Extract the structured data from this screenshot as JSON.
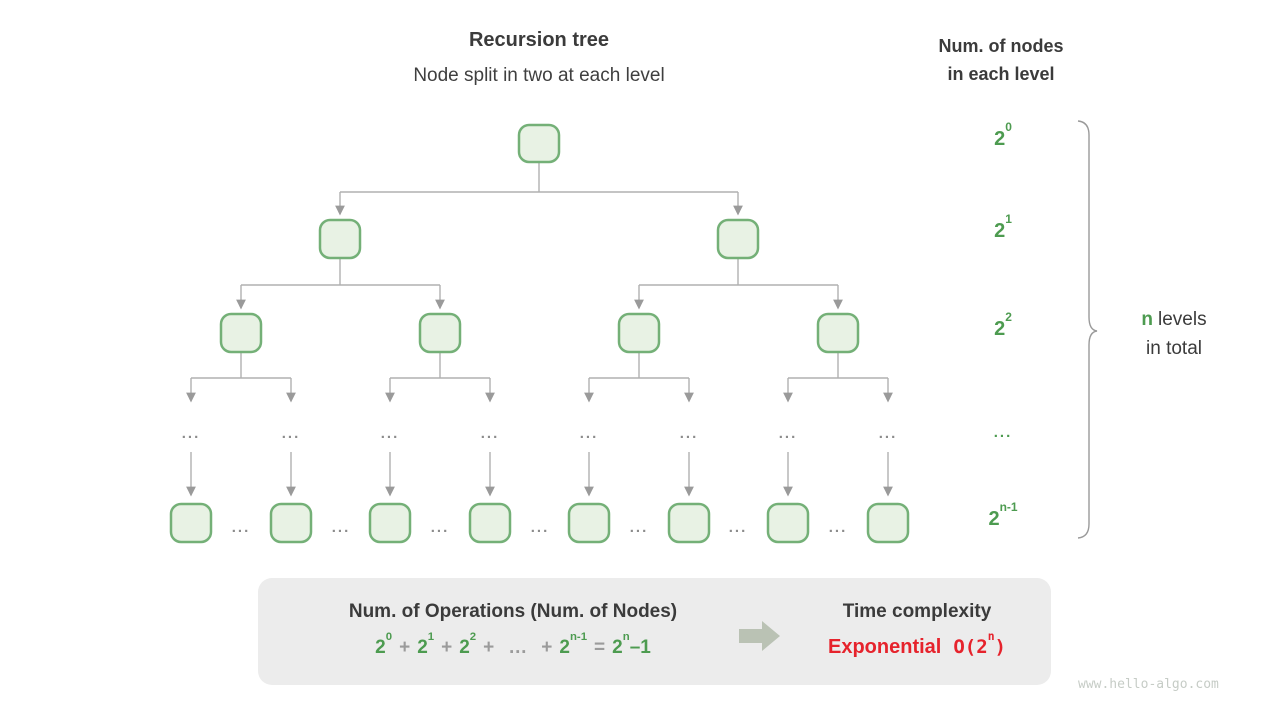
{
  "header": {
    "title": "Recursion tree",
    "subtitle": "Node split in two at each level"
  },
  "right_header": {
    "line1": "Num. of nodes",
    "line2": "in each level"
  },
  "levels": [
    {
      "base": "2",
      "sup": "0"
    },
    {
      "base": "2",
      "sup": "1"
    },
    {
      "base": "2",
      "sup": "2"
    },
    {
      "ellipsis": "..."
    },
    {
      "base": "2",
      "sup": "n-1"
    }
  ],
  "side_note": {
    "n": "n",
    "line1": "levels",
    "line2": "in total"
  },
  "tree": {
    "ellipsis": "..."
  },
  "summary_box": {
    "operations_title": "Num. of Operations (Num. of Nodes)",
    "formula": {
      "t0": {
        "base": "2",
        "sup": "0"
      },
      "plus": "+",
      "t1": {
        "base": "2",
        "sup": "1"
      },
      "t2": {
        "base": "2",
        "sup": "2"
      },
      "dots": "…",
      "t3": {
        "base": "2",
        "sup": "n-1"
      },
      "equals": "=",
      "result": {
        "base": "2",
        "sup": "n",
        "rest": "–1"
      }
    },
    "time_title": "Time complexity",
    "complexity_word": "Exponential",
    "big_o": {
      "prefix": "O(2",
      "sup": "n",
      "suffix": ")"
    }
  },
  "watermark": "www.hello-algo.com",
  "colors": {
    "green_text": "#4d9b50",
    "node_fill": "#e8f2e4",
    "node_border": "#74b077",
    "red": "#e6232c",
    "connector_gray": "#b0b0b0",
    "arrowhead_gray": "#9a9a9a",
    "box_bg": "#ececec",
    "block_arrow": "#bac2b4",
    "dark_text": "#3b3b3b"
  }
}
